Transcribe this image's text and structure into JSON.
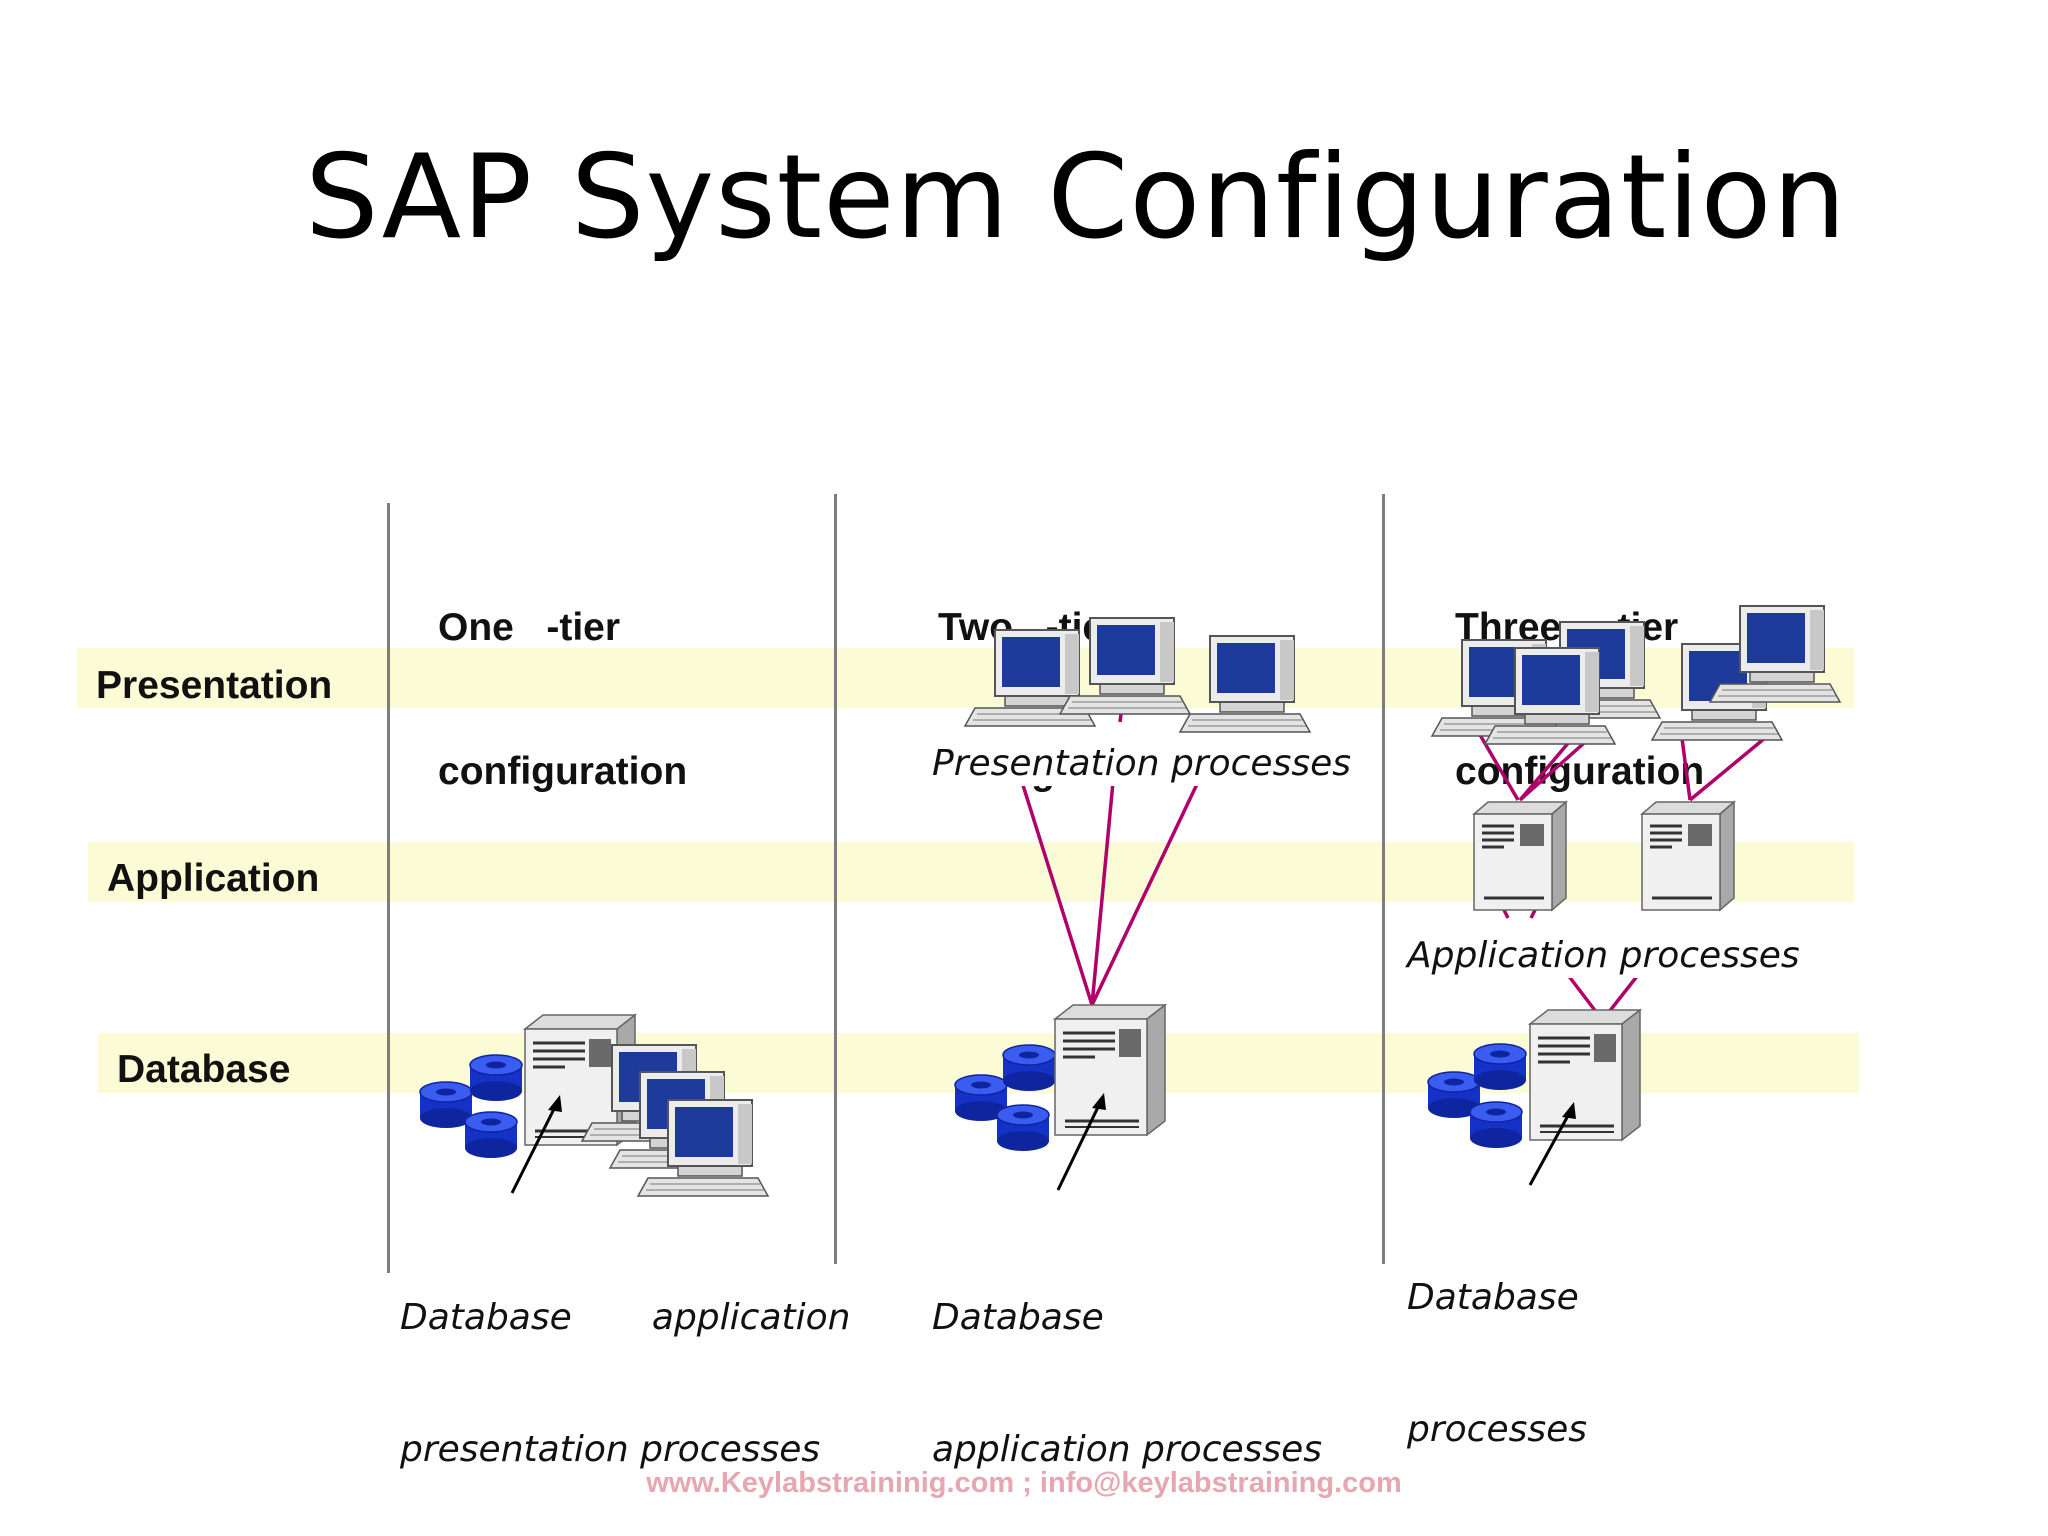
{
  "title": "SAP System Configuration",
  "rows": {
    "presentation": "Presentation",
    "application": "Application",
    "database": "Database"
  },
  "columns": [
    {
      "line1": "One   -tier",
      "line2": "configuration",
      "caption1": "Database       application",
      "caption2": "presentation processes"
    },
    {
      "line1": "Two   -tier",
      "line2": "configuration",
      "caption1": "Database",
      "caption2": "application processes",
      "mid_caption": "Presentation processes"
    },
    {
      "line1": "Three    -tier",
      "line2": "configuration",
      "caption1": "Database",
      "caption2": "processes",
      "mid_caption": "Application processes"
    }
  ],
  "footer": "www.Keylabstraininig.com ; info@keylabstraining.com",
  "colors": {
    "band": "#fbfbd6",
    "connector": "#b0006a",
    "footer": "#e8a6b0",
    "monitor_screen": "#1e3a9a",
    "database_disk": "#1432c8"
  },
  "icons": [
    "workstation-icon",
    "server-icon",
    "database-icon",
    "arrow-icon"
  ]
}
